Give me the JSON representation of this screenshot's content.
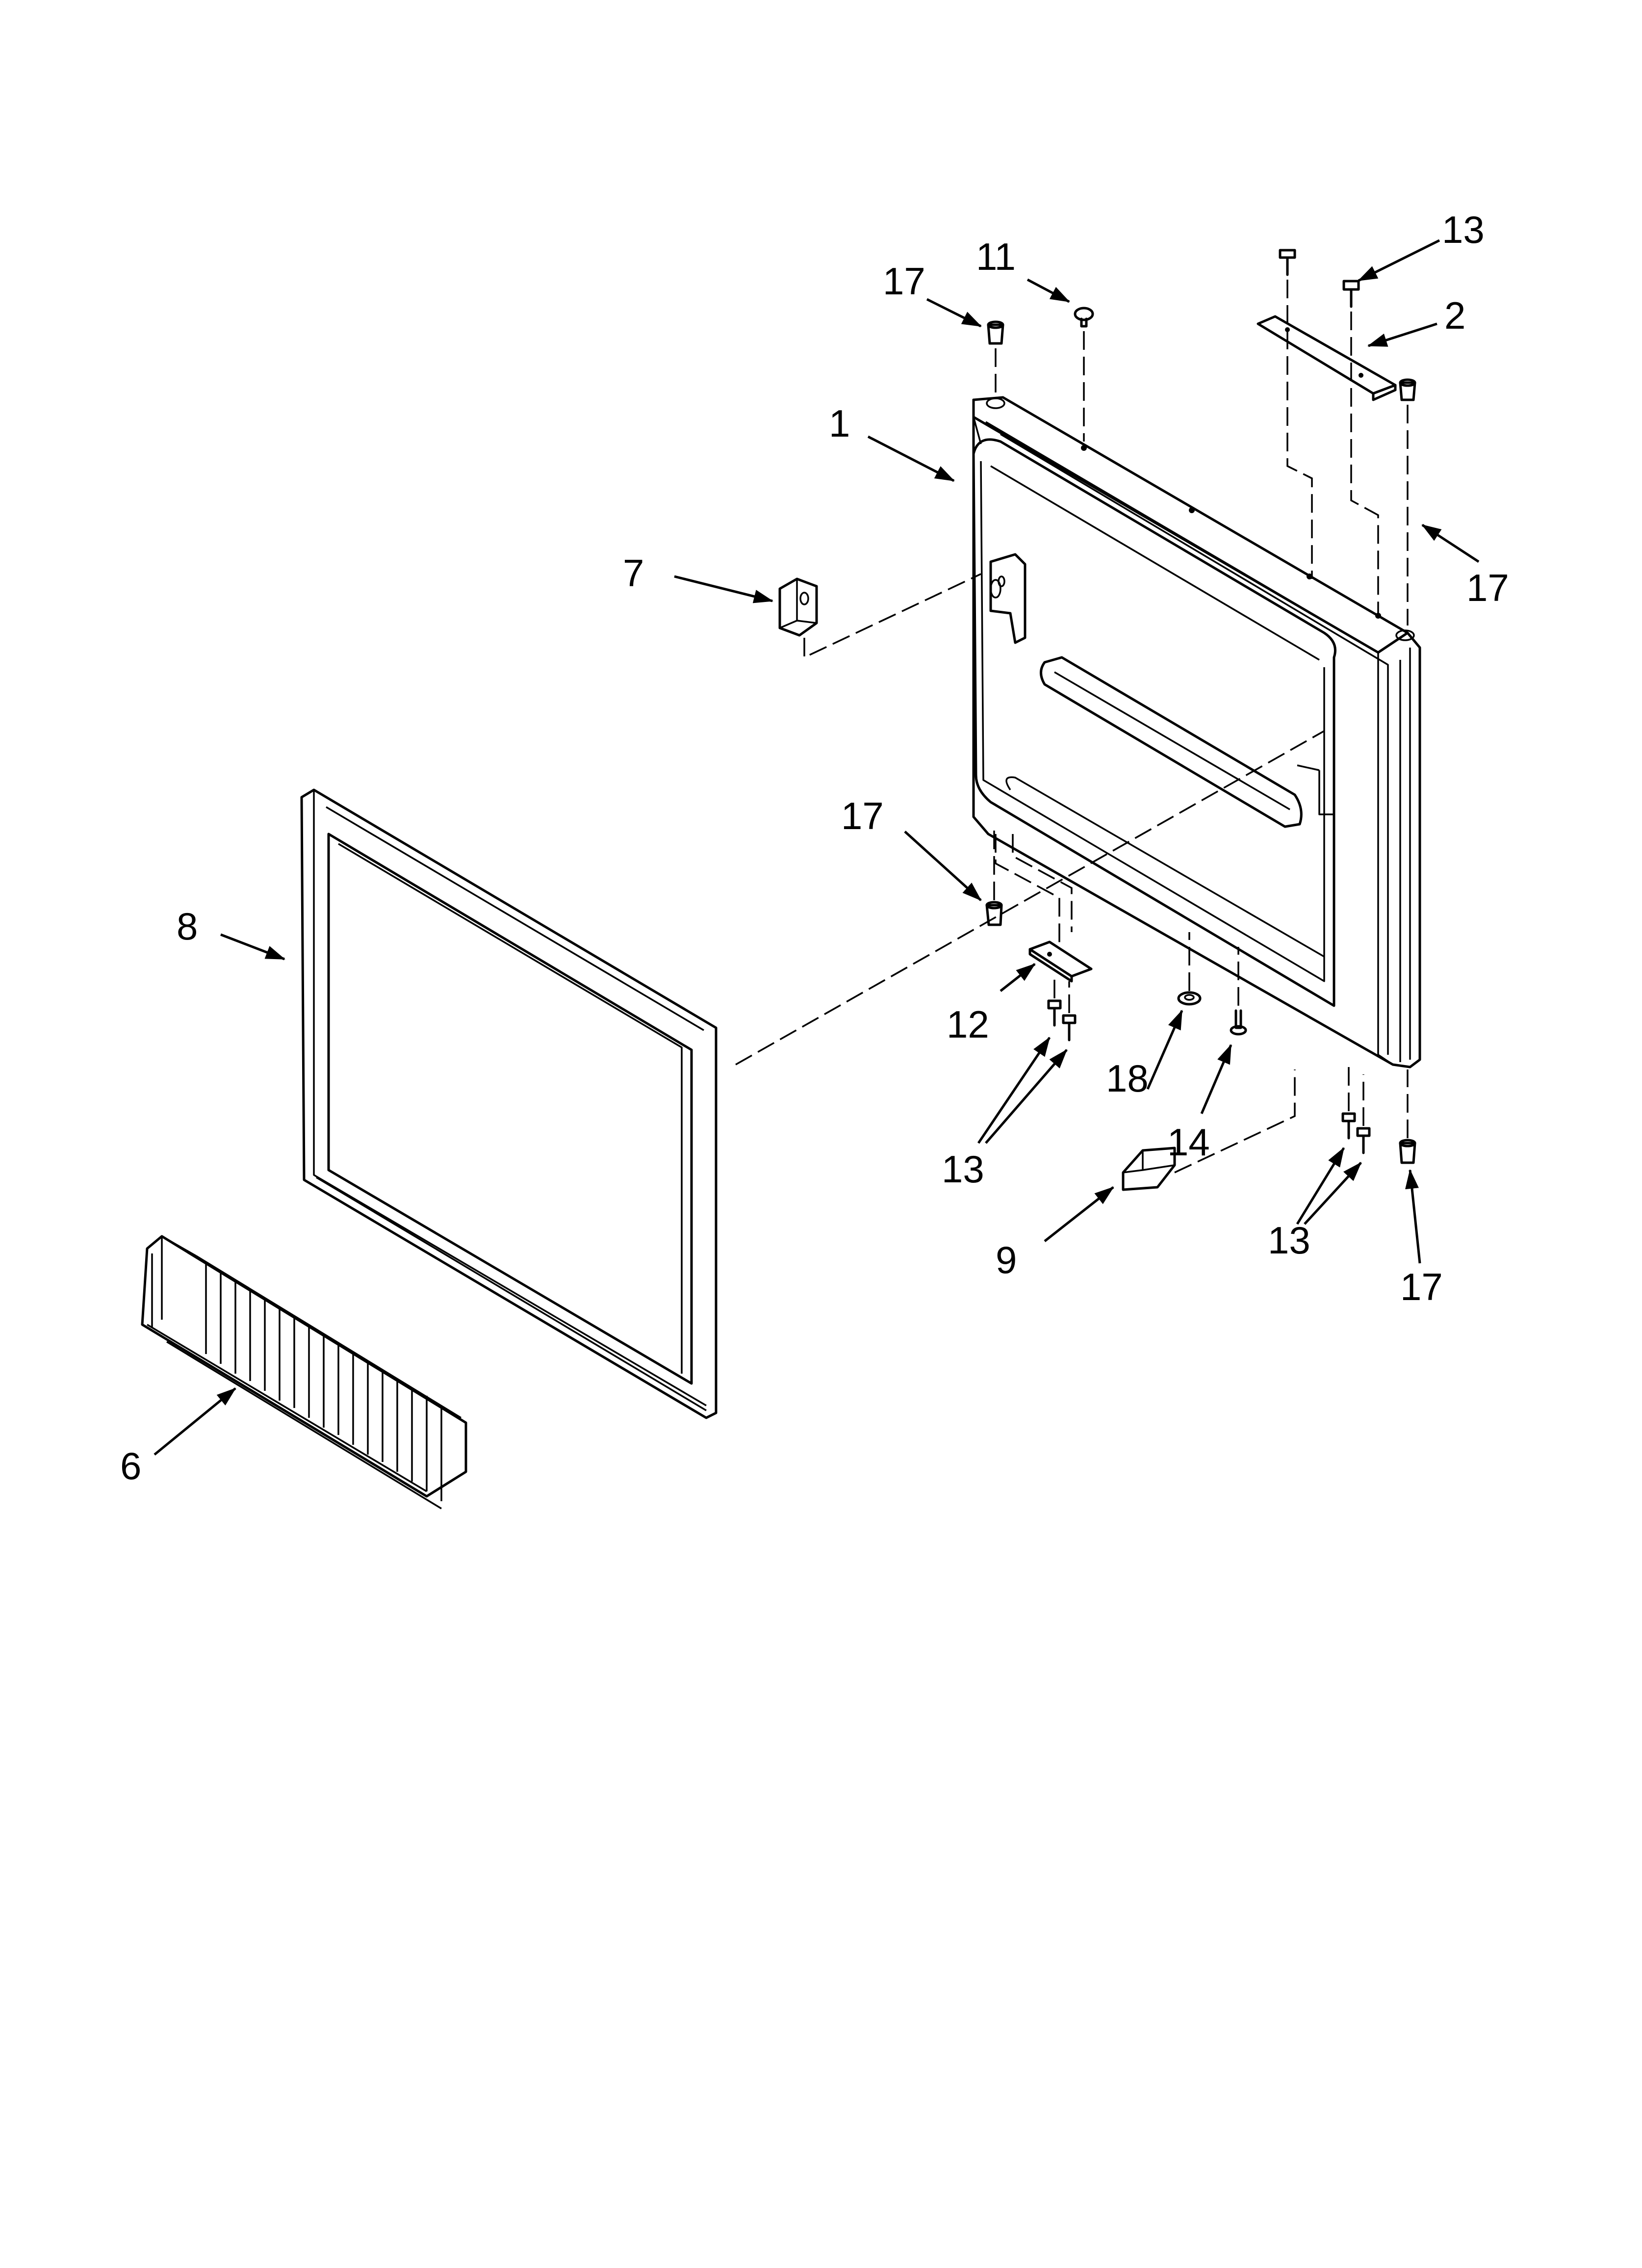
{
  "diagram": {
    "callouts": [
      {
        "id": "c1",
        "label": "1"
      },
      {
        "id": "c2",
        "label": "2"
      },
      {
        "id": "c6",
        "label": "6"
      },
      {
        "id": "c7",
        "label": "7"
      },
      {
        "id": "c8",
        "label": "8"
      },
      {
        "id": "c9",
        "label": "9"
      },
      {
        "id": "c11",
        "label": "11"
      },
      {
        "id": "c12",
        "label": "12"
      },
      {
        "id": "c13a",
        "label": "13"
      },
      {
        "id": "c13b",
        "label": "13"
      },
      {
        "id": "c13c",
        "label": "13"
      },
      {
        "id": "c14",
        "label": "14"
      },
      {
        "id": "c17a",
        "label": "17"
      },
      {
        "id": "c17b",
        "label": "17"
      },
      {
        "id": "c17c",
        "label": "17"
      },
      {
        "id": "c17d",
        "label": "17"
      },
      {
        "id": "c18",
        "label": "18"
      }
    ]
  }
}
